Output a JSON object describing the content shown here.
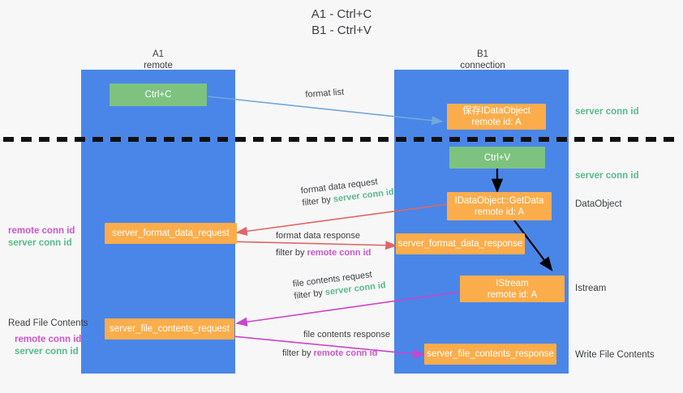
{
  "title": {
    "line1": "A1 - Ctrl+C",
    "line2": "B1 - Ctrl+V"
  },
  "columns": [
    {
      "name": "A1",
      "sub": "remote"
    },
    {
      "name": "B1",
      "sub": "connection"
    }
  ],
  "nodes": {
    "ctrl_c": {
      "label": "Ctrl+C"
    },
    "save_idataobject": {
      "l1": "保存IDataObject",
      "l2": "remote id: A"
    },
    "ctrl_v": {
      "label": "Ctrl+V"
    },
    "getdata": {
      "l1": "IDataObject::GetData",
      "l2": "remote id: A"
    },
    "istream": {
      "l1": "IStream",
      "l2": "remote id: A"
    },
    "fmt_req": {
      "label": "server_format_data_request"
    },
    "fmt_resp": {
      "label": "server_format_data_response"
    },
    "file_req": {
      "label": "server_file_contents_request"
    },
    "file_resp": {
      "label": "server_file_contents_response"
    }
  },
  "edges": {
    "format_list": {
      "line1": "format list"
    },
    "fmt_data_req": {
      "line1": "format data request",
      "line2_pre": "filter by ",
      "line2_tok": "server conn id",
      "tok_kind": "server"
    },
    "fmt_data_resp": {
      "line1": "format data response",
      "line2_pre": "filter by ",
      "line2_tok": "remote conn id",
      "tok_kind": "remote"
    },
    "file_req_lbl": {
      "line1": "file contents request",
      "line2_pre": "filter by ",
      "line2_tok": "server conn id",
      "tok_kind": "server"
    },
    "file_resp_lbl": {
      "line1": "file contents response",
      "line2_pre": "filter by ",
      "line2_tok": "remote conn id",
      "tok_kind": "remote"
    }
  },
  "annotations": {
    "right_server_conn_1": "server conn id",
    "right_server_conn_2": "server conn id",
    "right_dataobject": "DataObject",
    "right_istream": "Istream",
    "right_write_file": "Write File Contents",
    "left_read_file": "Read File Contents",
    "left_remote_conn_1": "remote conn id",
    "left_server_conn_1": "server conn id",
    "left_remote_conn_2": "remote conn id",
    "left_server_conn_2": "server conn id"
  },
  "colors": {
    "lane": "#4a86e8",
    "green_node": "#7dc37f",
    "orange_node": "#fbad4b",
    "server_conn": "#57bb8a",
    "remote_conn": "#cc55cc",
    "arrow_blue": "#6fa8dc",
    "arrow_red": "#e06666",
    "arrow_magenta": "#cc44cc",
    "arrow_black": "#000000",
    "background": "#f7f7f7"
  }
}
